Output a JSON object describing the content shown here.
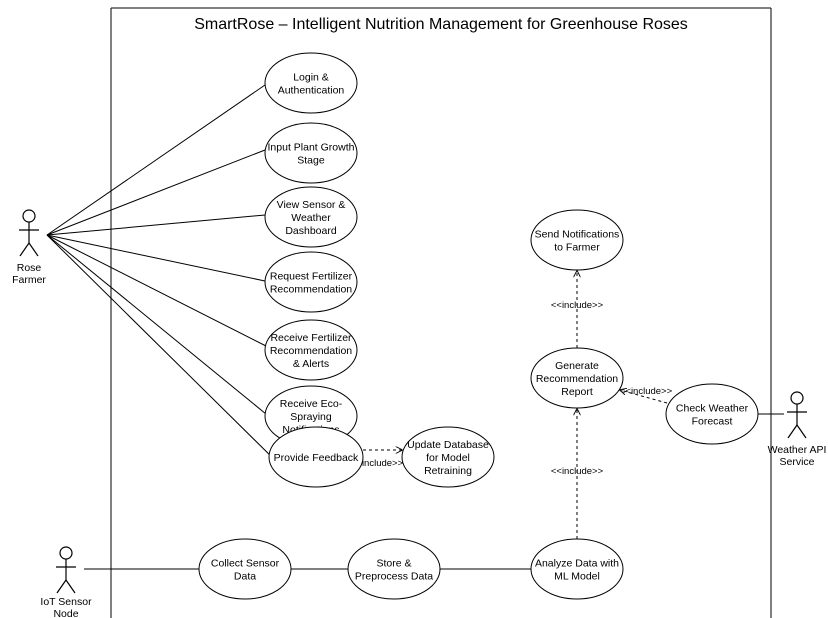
{
  "title": "SmartRose – Intelligent Nutrition Management for Greenhouse Roses",
  "actors": [
    {
      "id": "farmer",
      "label": [
        "Rose",
        "Farmer"
      ]
    },
    {
      "id": "iot",
      "label": [
        "IoT Sensor",
        "Node"
      ]
    },
    {
      "id": "weather",
      "label": [
        "Weather API",
        "Service"
      ]
    }
  ],
  "use_cases": [
    {
      "id": "login",
      "lines": [
        "Login &",
        "Authentication"
      ]
    },
    {
      "id": "input",
      "lines": [
        "Input Plant Growth",
        "Stage"
      ]
    },
    {
      "id": "view",
      "lines": [
        "View Sensor &",
        "Weather",
        "Dashboard"
      ]
    },
    {
      "id": "request",
      "lines": [
        "Request Fertilizer",
        "Recommendation"
      ]
    },
    {
      "id": "receive",
      "lines": [
        "Receive Fertilizer",
        "Recommendation",
        "& Alerts"
      ]
    },
    {
      "id": "eco",
      "lines": [
        "Receive Eco-",
        "Spraying",
        "Notifications"
      ]
    },
    {
      "id": "feedback",
      "lines": [
        "Provide Feedback"
      ]
    },
    {
      "id": "update",
      "lines": [
        "Update Database",
        "for Model",
        "Retraining"
      ]
    },
    {
      "id": "collect",
      "lines": [
        "Collect Sensor",
        "Data"
      ]
    },
    {
      "id": "store",
      "lines": [
        "Store &",
        "Preprocess Data"
      ]
    },
    {
      "id": "analyze",
      "lines": [
        "Analyze Data with",
        "ML Model"
      ]
    },
    {
      "id": "generate",
      "lines": [
        "Generate",
        "Recommendation",
        "Report"
      ]
    },
    {
      "id": "notify",
      "lines": [
        "Send Notifications",
        "to Farmer"
      ]
    },
    {
      "id": "weathercheck",
      "lines": [
        "Check Weather",
        "Forecast"
      ]
    }
  ],
  "relations": [
    {
      "id": "include-feedback-update",
      "label": "<<include>>"
    },
    {
      "id": "include-generate-notify",
      "label": "<<include>>"
    },
    {
      "id": "include-weather-generate",
      "label": "<<include>>"
    },
    {
      "id": "include-analyze-generate",
      "label": "<<include>>"
    }
  ]
}
